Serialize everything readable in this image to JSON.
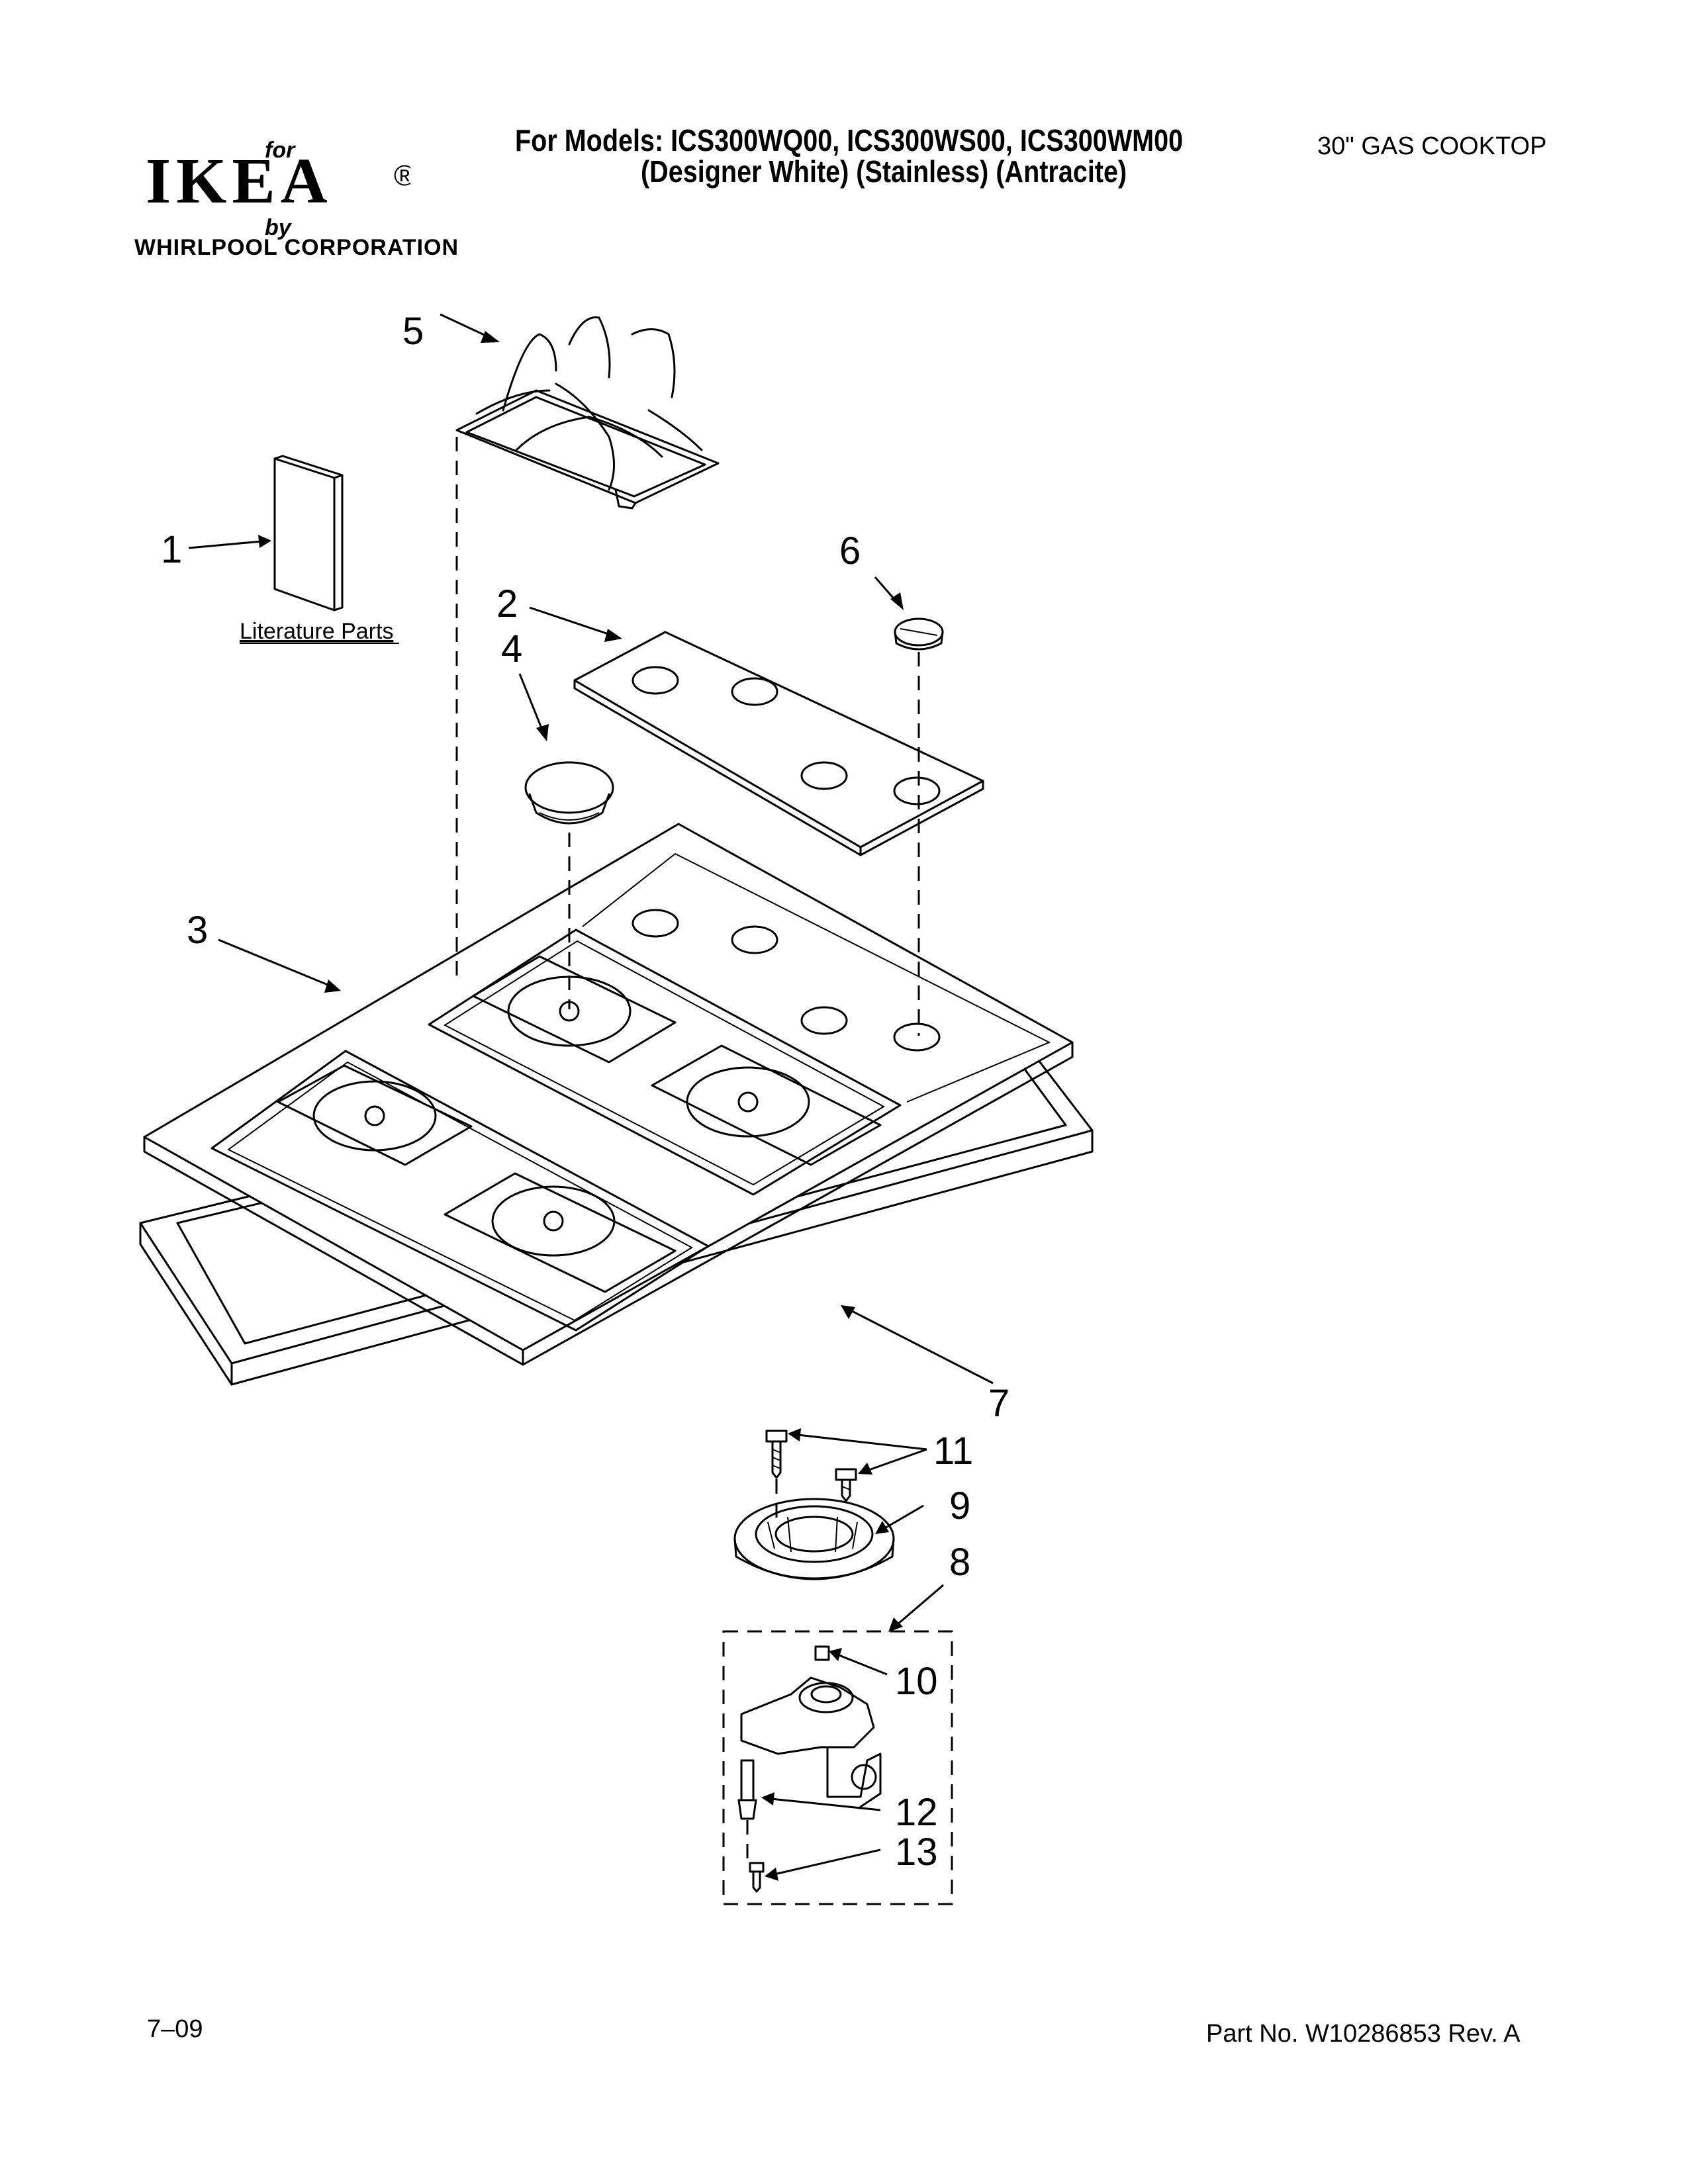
{
  "header": {
    "logo_for": "for",
    "logo_brand": "IKEA",
    "logo_registered": "®",
    "logo_by": "by",
    "logo_corporation": "WHIRLPOOL CORPORATION",
    "models_line": "For Models: ICS300WQ00, ICS300WS00, ICS300WM00",
    "colors_line": "(Designer White)  (Stainless)     (Antracite)",
    "product_type": "30\" GAS COOKTOP"
  },
  "diagram": {
    "callouts": [
      "1",
      "2",
      "3",
      "4",
      "5",
      "6",
      "7",
      "8",
      "9",
      "10",
      "11",
      "12",
      "13"
    ],
    "literature_label": "Literature Parts"
  },
  "footer": {
    "date_code": "7–09",
    "part_number": "Part No. W10286853 Rev. A"
  }
}
